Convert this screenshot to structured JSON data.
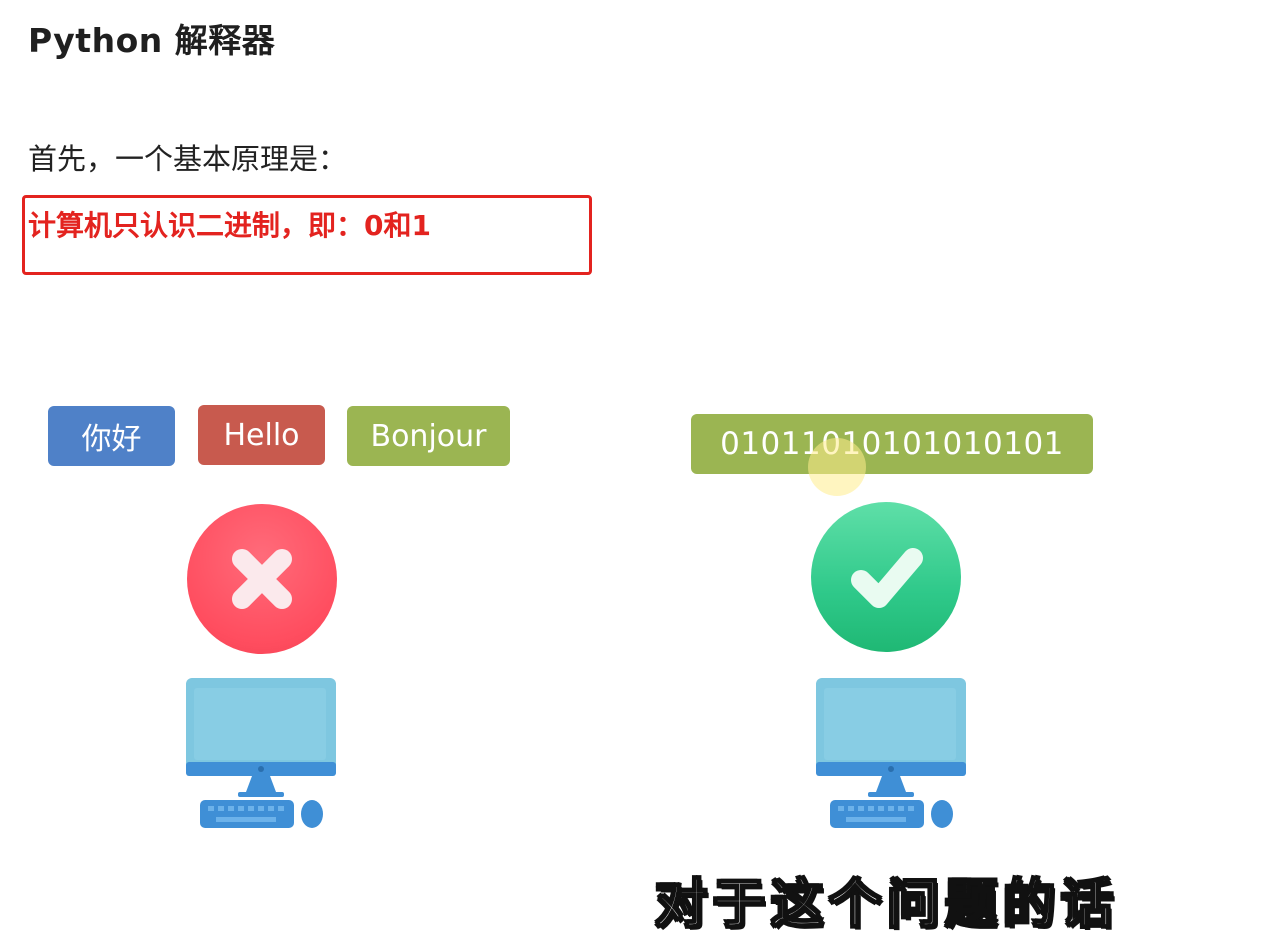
{
  "page_title": "Python 解释器",
  "intro_text": "首先，一个基本原理是：",
  "principle_text": "计算机只认识二进制，即：0和1",
  "left_panel": {
    "chips": [
      {
        "label": "你好",
        "color": "#4f81c8"
      },
      {
        "label": "Hello",
        "color": "#c85a4e"
      },
      {
        "label": "Bonjour",
        "color": "#9bb552"
      }
    ],
    "status_icon": "cross-icon",
    "device_icon": "desktop-computer-icon"
  },
  "right_panel": {
    "binary_label": "01011010101010101",
    "binary_color": "#9bb552",
    "status_icon": "check-icon",
    "device_icon": "desktop-computer-icon"
  },
  "subtitle": "对于这个问题的话",
  "colors": {
    "accent_red": "#e3231f",
    "error_red": "#ff4d5f",
    "success_green": "#2fc98a",
    "monitor_blue": "#7ec7e0"
  }
}
